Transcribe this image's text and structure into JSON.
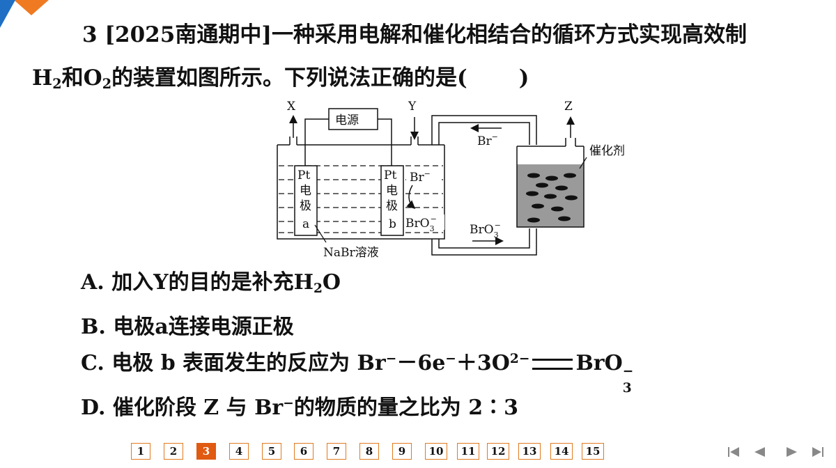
{
  "question": {
    "number": "3",
    "source": "[2025南通期中]",
    "line1_text": "一种采用电解和催化相结合的循环方式实现高效制",
    "line2_h": "H",
    "line2_h_sub": "2",
    "line2_and": "和",
    "line2_o": "O",
    "line2_o_sub": "2",
    "line2_rest": "的装置如图所示。下列说法正确的是(",
    "line2_close": ")"
  },
  "diagram": {
    "label_x": "X",
    "label_y": "Y",
    "label_z": "Z",
    "power_source": "电源",
    "catalyst": "催化剂",
    "electrode_a": [
      "Pt",
      "电",
      "极",
      "a"
    ],
    "electrode_b": [
      "Pt",
      "电",
      "极",
      "b"
    ],
    "ion_br_inner": "Br",
    "ion_br_inner_sup": "−",
    "ion_bro3_inner": "BrO",
    "ion_bro3_inner_sub": "3",
    "ion_bro3_inner_sup": "−",
    "ion_br_top": "Br",
    "ion_br_top_sup": "−",
    "ion_bro3_bottom": "BrO",
    "ion_bro3_bottom_sub": "3",
    "ion_bro3_bottom_sup": "−",
    "solution": "NaBr溶液"
  },
  "options": {
    "a_letter": "A.",
    "a_text": "加入Y的目的是补充H",
    "a_sub": "2",
    "a_tail": "O",
    "b_letter": "B.",
    "b_text": "电极a连接电源正极",
    "c_letter": "C.",
    "c_text": "电极 b 表面发生的反应为 Br",
    "c_sup1": "−",
    "c_mid1": "－6e",
    "c_sup2": "−",
    "c_mid2": "＋3O",
    "c_sup3": "2−",
    "c_product": "BrO",
    "c_prod_sub": "3",
    "c_prod_sup": "−",
    "d_letter": "D.",
    "d_text": "催化阶段 Z 与 Br",
    "d_sup": "−",
    "d_tail": "的物质的量之比为 2∶3"
  },
  "pager": {
    "pages": [
      "1",
      "2",
      "3",
      "4",
      "5",
      "6",
      "7",
      "8",
      "9",
      "10",
      "11",
      "12",
      "13",
      "14",
      "15"
    ],
    "current": "3"
  },
  "colors": {
    "accent_orange": "#e05a12",
    "accent_blue": "#1f6fc4",
    "catalyst_gray": "#9a9a9a"
  }
}
